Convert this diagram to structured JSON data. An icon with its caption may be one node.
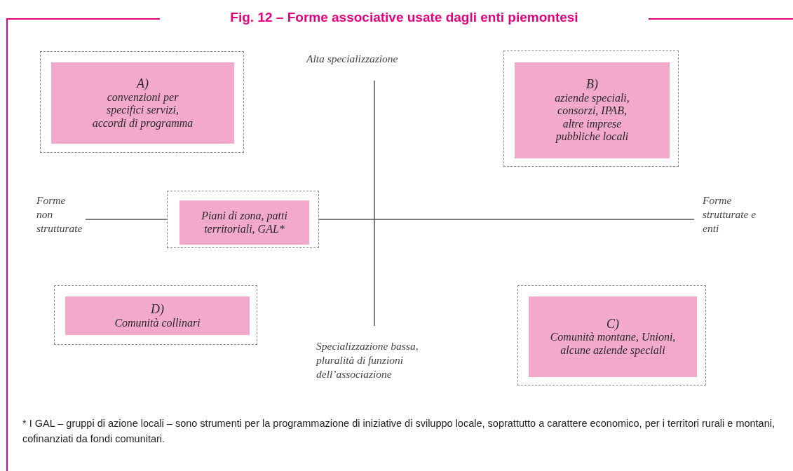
{
  "diagram": {
    "title": "Fig. 12 – Forme associative usate dagli enti piemontesi",
    "nodes": [
      {
        "text": [],
        "shape": "box"
      },
      {
        "text": [
          "A)",
          "convenzioni per specifici servizi, accordi di programma"
        ],
        "in": 0
      },
      {
        "text": [],
        "shape": "box"
      },
      {
        "text": [
          "B)",
          "aziende speciali, consorzi, IPAB, altre imprese pubbliche locali"
        ],
        "in": 2
      },
      {
        "text": [],
        "shape": "box"
      },
      {
        "text": [
          "Piani di zona, patti territoriali, GAL*"
        ],
        "in": 4
      },
      {
        "text": [],
        "shape": "box"
      },
      {
        "text": [
          "D)",
          "Comunità collinari"
        ],
        "in": 6
      },
      {
        "text": [],
        "shape": "box"
      },
      {
        "text": [
          "C)",
          "Comunità montane, Unioni, alcune aziende speciali"
        ],
        "in": 8
      }
    ],
    "edges": [],
    "labels": [
      "Alta specializzazione",
      "Forme non strutturate",
      "Forme strutturate e enti",
      "Specializzazione bassa, pluralità di funzioni dell’associazione",
      "* I GAL – gruppi di azione locali – sono strumenti per la programmazione di iniziative di sviluppo locale, soprattutto a carattere economico, per i territori rurali e montani, cofinanziati da fondi comunitari."
    ]
  }
}
